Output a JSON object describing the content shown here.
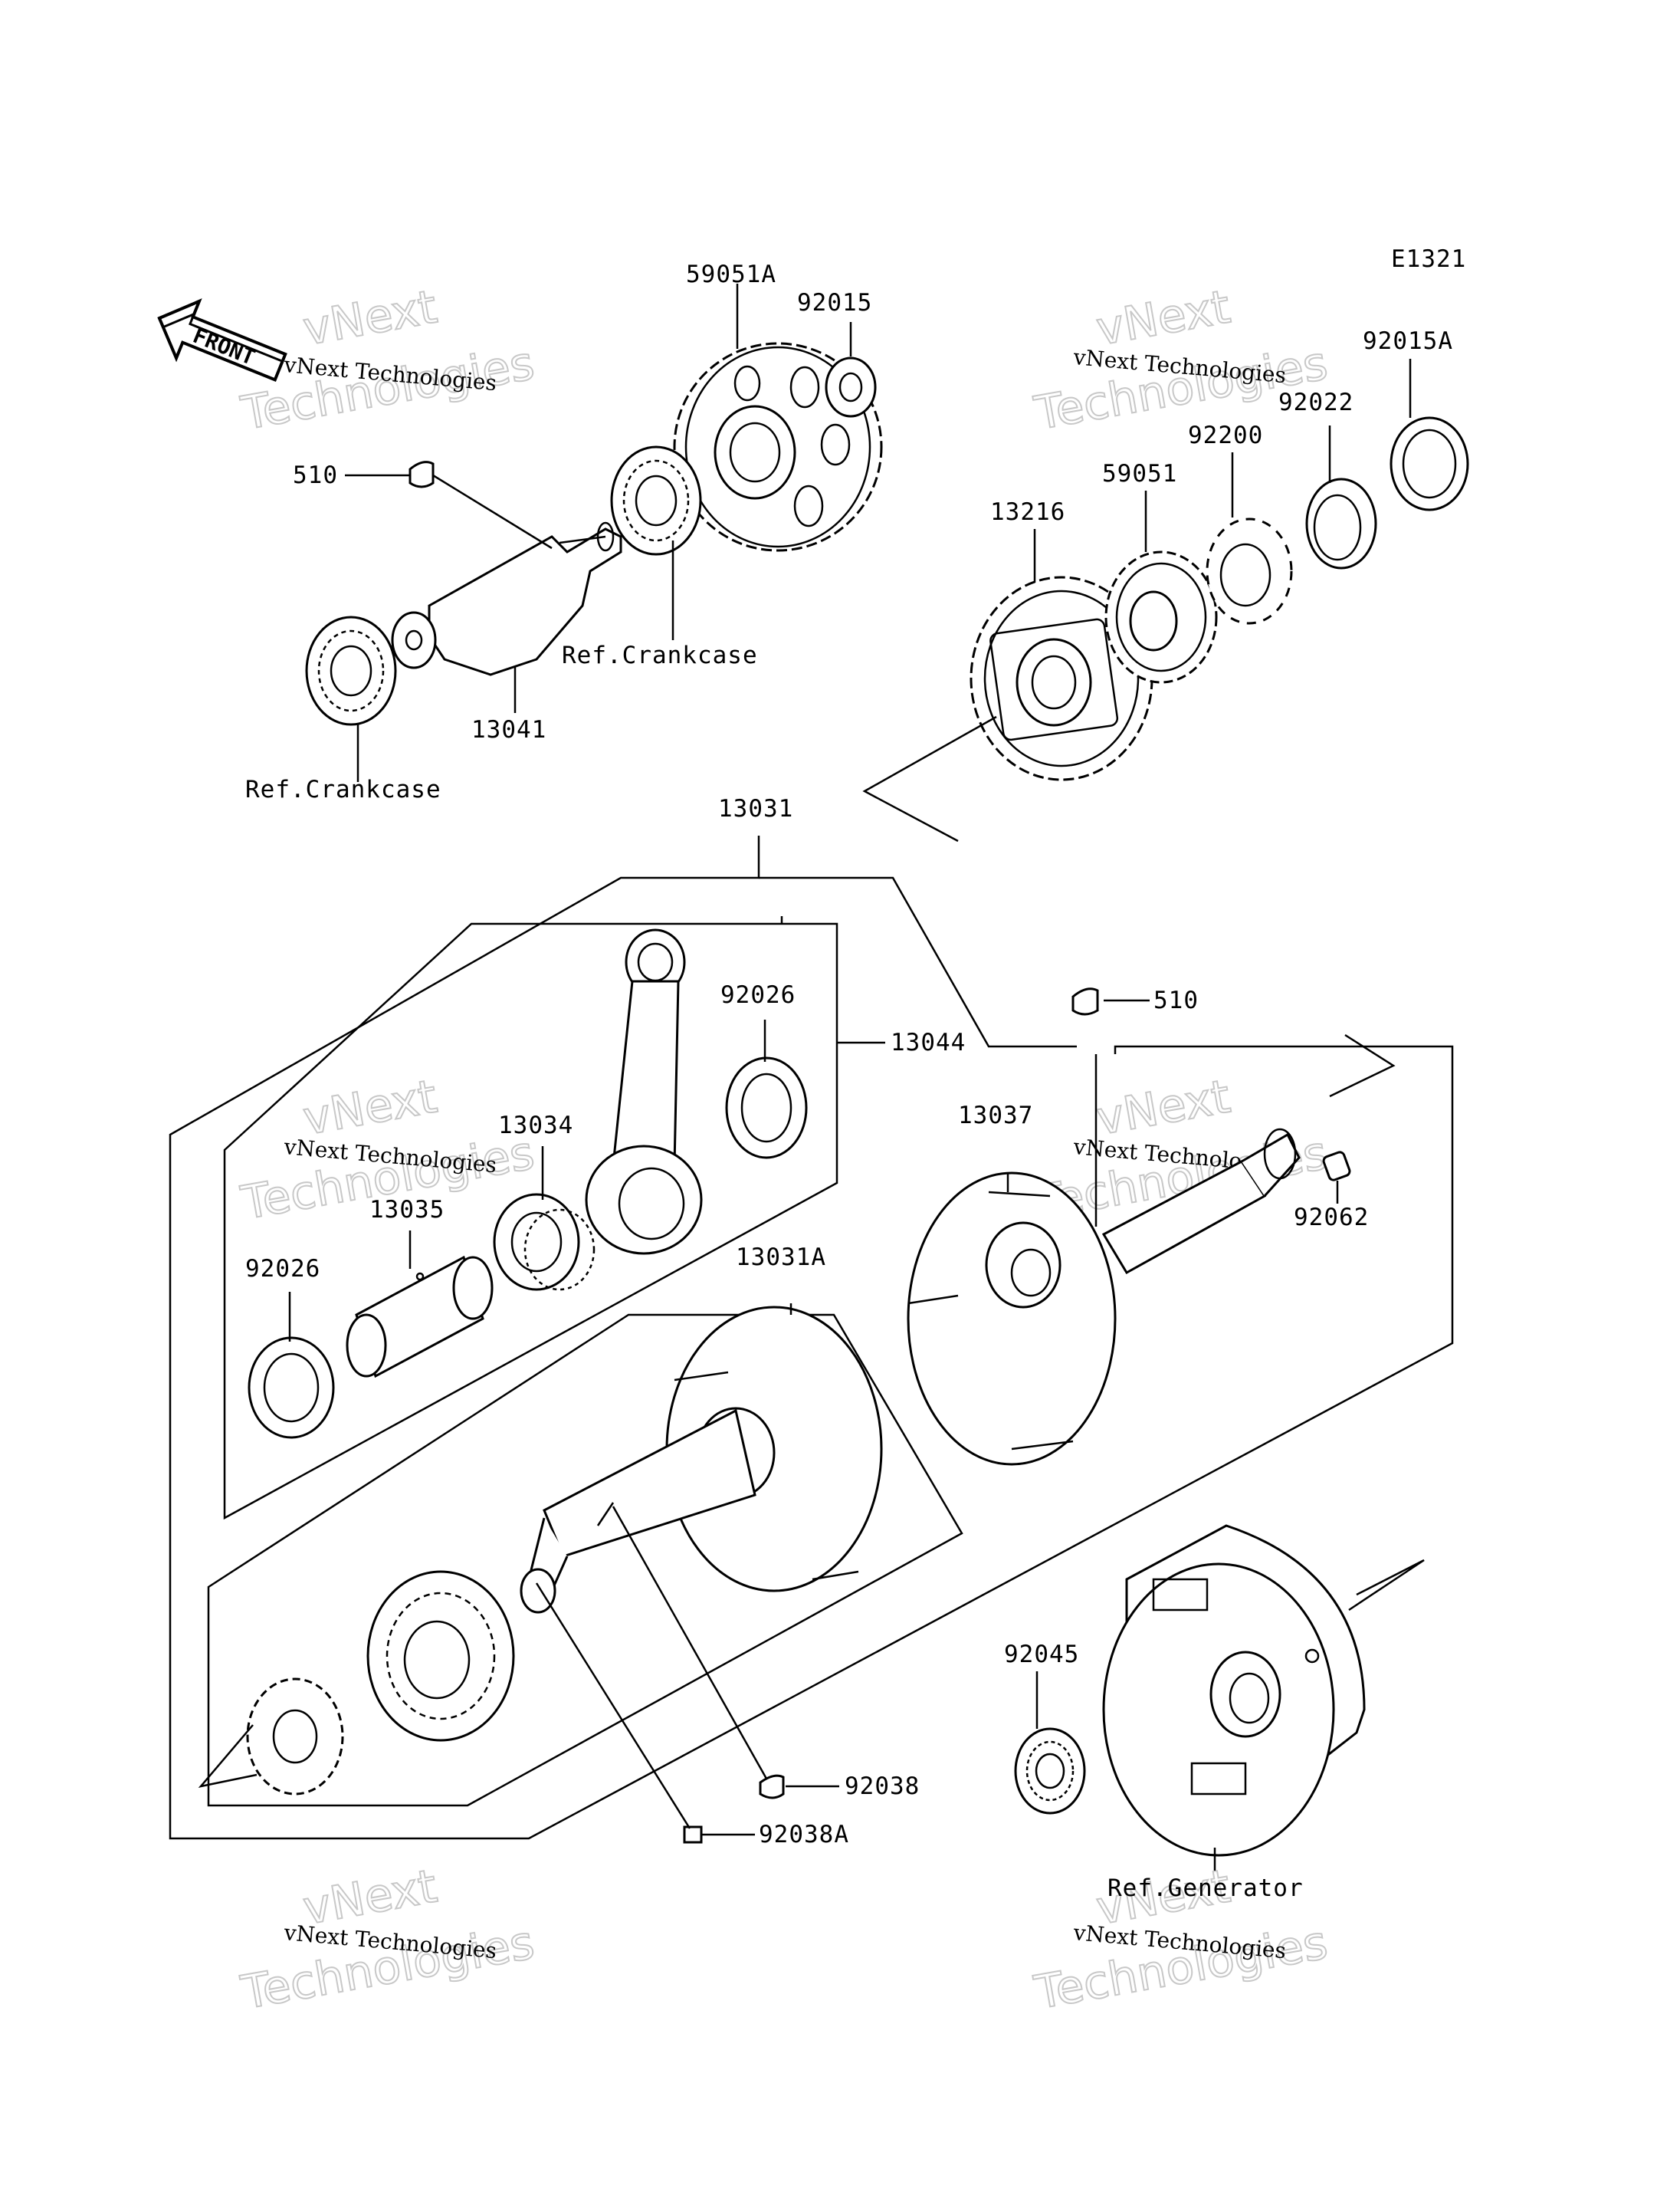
{
  "diagram_code": "E1321",
  "front_arrow": {
    "text": "FRONT",
    "icon": "front-arrow-icon"
  },
  "watermark": {
    "big_top": "vNext",
    "big_bottom": "Technologies",
    "small": "vNext Technologies"
  },
  "labels": {
    "p59051A": "59051A",
    "p92015": "92015",
    "p92015A": "92015A",
    "p92022": "92022",
    "p92200": "92200",
    "p59051": "59051",
    "p13216": "13216",
    "p510_top": "510",
    "p510_mid": "510",
    "ref_crankcase_right": "Ref.Crankcase",
    "ref_crankcase_left": "Ref.Crankcase",
    "p13041": "13041",
    "p13031": "13031",
    "p13044": "13044",
    "p92026_upper": "92026",
    "p92026_lower": "92026",
    "p13034": "13034",
    "p13035": "13035",
    "p13037": "13037",
    "p92062": "92062",
    "p13031A": "13031A",
    "p92045": "92045",
    "p92038": "92038",
    "p92038A": "92038A",
    "ref_generator": "Ref.Generator"
  }
}
